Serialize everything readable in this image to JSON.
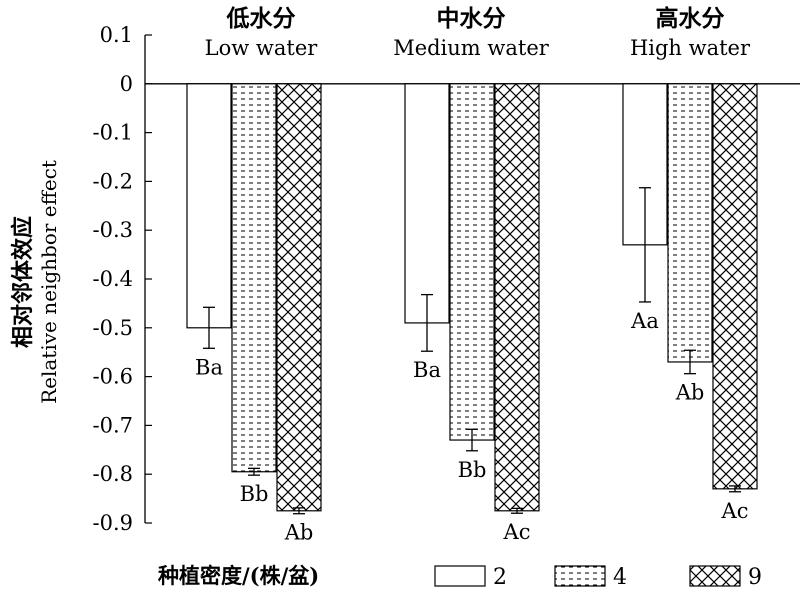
{
  "chart_data": {
    "type": "bar",
    "ylabel_zh": "相对邻体效应",
    "ylabel_en": "Relative neighbor effect",
    "ylim": [
      -0.9,
      0.1
    ],
    "yticks": [
      "0.1",
      "0",
      "-0.1",
      "-0.2",
      "-0.3",
      "-0.4",
      "-0.5",
      "-0.6",
      "-0.7",
      "-0.8",
      "-0.9"
    ],
    "grid": false,
    "legend_position": "bottom",
    "legend_title": "种植密度/(株/盆)",
    "groups": [
      {
        "label_zh": "低水分",
        "label_en": "Low water"
      },
      {
        "label_zh": "中水分",
        "label_en": "Medium water"
      },
      {
        "label_zh": "高水分",
        "label_en": "High water"
      }
    ],
    "series": [
      {
        "name": "2",
        "pattern": "empty",
        "values": [
          -0.5,
          -0.49,
          -0.33
        ],
        "errors": [
          0.042,
          0.058,
          0.117
        ],
        "labels": [
          "Ba",
          "Ba",
          "Aa"
        ]
      },
      {
        "name": "4",
        "pattern": "dashed",
        "values": [
          -0.795,
          -0.73,
          -0.57
        ],
        "errors": [
          0.007,
          0.022,
          0.024
        ],
        "labels": [
          "Bb",
          "Bb",
          "Ab"
        ]
      },
      {
        "name": "9",
        "pattern": "crosshatch",
        "values": [
          -0.875,
          -0.875,
          -0.83
        ],
        "errors": [
          0.006,
          0.005,
          0.006
        ],
        "labels": [
          "Ab",
          "Ac",
          "Ac"
        ]
      }
    ]
  }
}
